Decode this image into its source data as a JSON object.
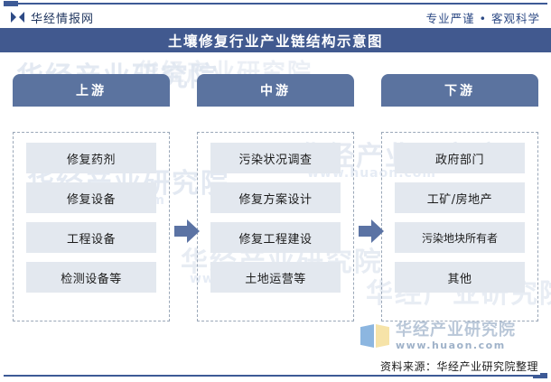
{
  "header": {
    "brand_name": "华经情报网",
    "brand_icon": "bowtie-logo-icon",
    "slogan": "专业严谨 • 客观科学",
    "title": "土壤修复行业产业链结构示意图"
  },
  "chart_data": {
    "type": "diagram",
    "title": "土壤修复行业产业链结构示意图",
    "columns": [
      {
        "label": "上游",
        "nodes": [
          "修复药剂",
          "修复设备",
          "工程设备",
          "检测设备等"
        ]
      },
      {
        "label": "中游",
        "nodes": [
          "污染状况调查",
          "修复方案设计",
          "修复工程建设",
          "土地运营等"
        ]
      },
      {
        "label": "下游",
        "nodes": [
          "政府部门",
          "工矿/房地产",
          "污染地块所有者",
          "其他"
        ]
      }
    ],
    "connectors": [
      {
        "from": "上游",
        "to": "中游",
        "icon": "right-arrow-icon"
      },
      {
        "from": "中游",
        "to": "下游",
        "icon": "right-arrow-icon"
      }
    ]
  },
  "footer": {
    "logo_icon": "open-book-icon",
    "logo_name": "华经产业研究院",
    "logo_url": "www.huaon.com",
    "source": "资料来源：华经产业研究院整理"
  },
  "watermark": {
    "primary": "华经产业研究院",
    "secondary": "www.huaon.com"
  },
  "colors": {
    "title_band": "#41598f",
    "column_header": "#5b739f",
    "node_bg": "#e3e8ef",
    "arrow": "#5b73a4",
    "rule": "#3d5a96",
    "dashed_border": "#9aa7b8",
    "brand_text": "#20365f"
  }
}
